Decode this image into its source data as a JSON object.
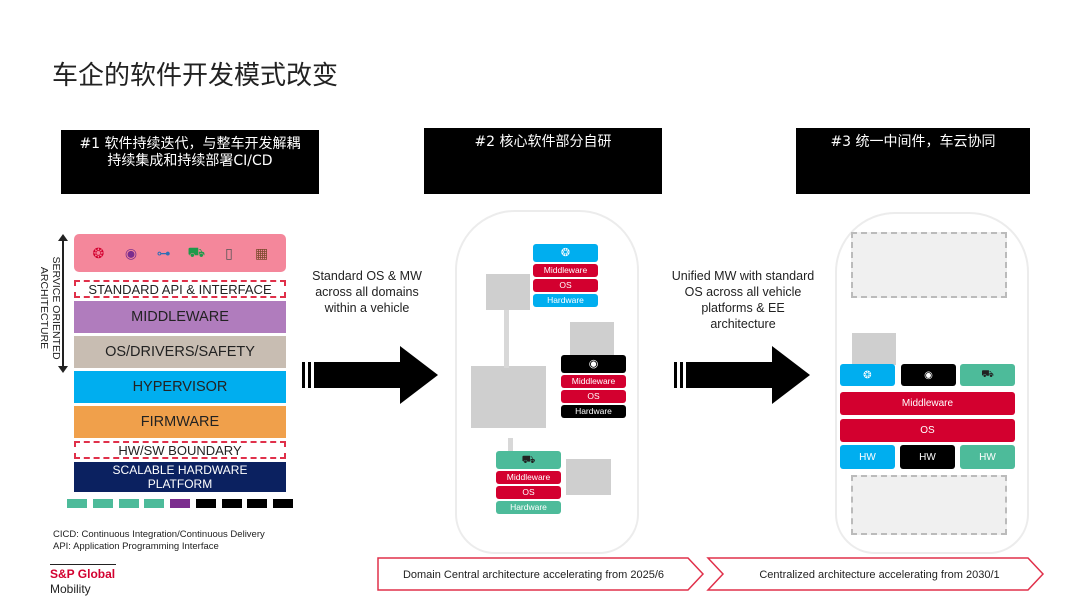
{
  "title": "车企的软件开发模式改变",
  "sections": [
    {
      "id": 1,
      "heading_line1": "#1 软件持续迭代，与整车开发解耦",
      "heading_line2": "持续集成和持续部署CI/CD"
    },
    {
      "id": 2,
      "heading_line1": "#2 核心软件部分自研"
    },
    {
      "id": 3,
      "heading_line1": "#3 统一中间件，车云协同"
    }
  ],
  "soa_label": "SERVICE ORIENTED ARCHITECTURE",
  "app_icons": [
    "brain-icon",
    "driver-assist-icon",
    "powertrain-icon",
    "vehicle-network-icon",
    "phone-icon",
    "chip-icon"
  ],
  "layers": [
    {
      "label": "STANDARD API & INTERFACE",
      "style": "dashed",
      "color": "#ffffff"
    },
    {
      "label": "MIDDLEWARE",
      "style": "solid",
      "color": "#b07cbd"
    },
    {
      "label": "OS/DRIVERS/SAFETY",
      "style": "solid",
      "color": "#c8bdb2"
    },
    {
      "label": "HYPERVISOR",
      "style": "solid",
      "color": "#00aeef"
    },
    {
      "label": "FIRMWARE",
      "style": "solid",
      "color": "#f0a04b"
    },
    {
      "label": "HW/SW BOUNDARY",
      "style": "dashed",
      "color": "#ffffff"
    },
    {
      "label": "SCALABLE HARDWARE PLATFORM",
      "style": "solid",
      "color": "#0b2160"
    }
  ],
  "ecus": [
    "#4dbb9a",
    "#4dbb9a",
    "#4dbb9a",
    "#4dbb9a",
    "#7b2d8e",
    "#000000",
    "#000000",
    "#000000",
    "#000000"
  ],
  "footnotes": [
    "CICD: Continuous Integration/Continuous Delivery",
    "API: Application Programming Interface"
  ],
  "logo": {
    "brand": "S&P Global",
    "sub": "Mobility"
  },
  "arrow1_caption": "Standard OS & MW across all domains within a vehicle",
  "arrow2_caption": "Unified MW with standard OS across all vehicle platforms & EE architecture",
  "domain_stacks": [
    {
      "icon": "brain-icon",
      "color": "#00aeef",
      "middleware": "Middleware",
      "os": "OS",
      "hardware": "Hardware"
    },
    {
      "icon": "driver-assist-icon",
      "color": "#000000",
      "middleware": "Middleware",
      "os": "OS",
      "hardware": "Hardware"
    },
    {
      "icon": "vehicle-network-icon",
      "color": "#4dbb9a",
      "middleware": "Middleware",
      "os": "OS",
      "hardware": "Hardware"
    }
  ],
  "central": {
    "icons": [
      {
        "icon": "brain-icon",
        "color": "#00aeef"
      },
      {
        "icon": "driver-assist-icon",
        "color": "#000000"
      },
      {
        "icon": "vehicle-network-icon",
        "color": "#4dbb9a"
      }
    ],
    "middleware": "Middleware",
    "os": "OS",
    "hw": [
      {
        "label": "HW",
        "color": "#00aeef"
      },
      {
        "label": "HW",
        "color": "#000000"
      },
      {
        "label": "HW",
        "color": "#4dbb9a"
      }
    ]
  },
  "colors": {
    "red": "#d3002f",
    "accent_red": "#e0304a"
  },
  "timeline": [
    {
      "label": "Domain Central architecture accelerating from 2025/6"
    },
    {
      "label": "Centralized architecture accelerating from 2030/1"
    }
  ]
}
